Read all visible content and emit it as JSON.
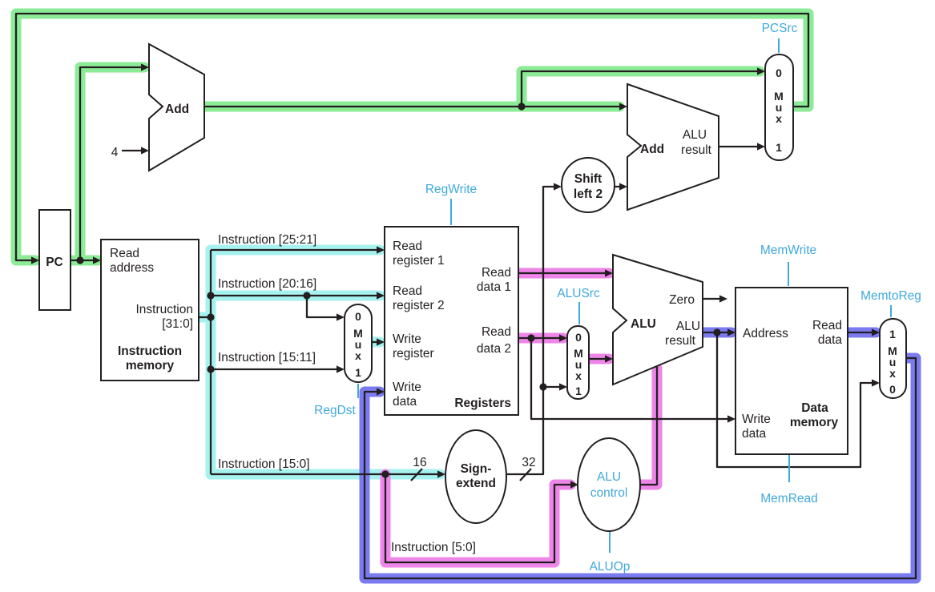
{
  "diagram_title": "MIPS single-cycle datapath (load word highlighted)",
  "colors": {
    "wire": "#231f20",
    "signal_label_blue": "#3fa9dc",
    "highlight_green": "#8ceb96",
    "highlight_cyan": "#a6f2ef",
    "highlight_magenta": "#ee85e8",
    "highlight_purple": "#7b7bf0"
  },
  "signals": {
    "pcsrc": "PCSrc",
    "regwrite": "RegWrite",
    "regdst": "RegDst",
    "alusrc": "ALUSrc",
    "aluop": "ALUOp",
    "memwrite": "MemWrite",
    "memread": "MemRead",
    "memtoreg": "MemtoReg"
  },
  "pc": {
    "name": "PC"
  },
  "adder": {
    "name": "Add",
    "four": "4"
  },
  "branch_adder": {
    "name": "Add",
    "result_line1": "ALU",
    "result_line2": "result"
  },
  "shift": {
    "line1": "Shift",
    "line2": "left 2"
  },
  "alu": {
    "name": "ALU",
    "zero": "Zero",
    "result_line1": "ALU",
    "result_line2": "result"
  },
  "imem": {
    "read": "Read",
    "address": "address",
    "instr": "Instruction",
    "bits": "[31:0]",
    "name_line1": "Instruction",
    "name_line2": "memory"
  },
  "registers": {
    "rr1a": "Read",
    "rr1b": "register 1",
    "rr2a": "Read",
    "rr2b": "register 2",
    "wra": "Write",
    "wrb": "register",
    "wda": "Write",
    "wdb": "data",
    "rd1a": "Read",
    "rd1b": "data 1",
    "rd2a": "Read",
    "rd2b": "data 2",
    "name": "Registers"
  },
  "dmem": {
    "address": "Address",
    "rda": "Read",
    "rdb": "data",
    "wda": "Write",
    "wdb": "data",
    "name_line1": "Data",
    "name_line2": "memory"
  },
  "sign_extend": {
    "line1": "Sign-",
    "line2": "extend"
  },
  "alu_control": {
    "line1": "ALU",
    "line2": "control"
  },
  "bus_labels": {
    "i2521": "Instruction [25:21]",
    "i2016": "Instruction [20:16]",
    "i1511": "Instruction [15:11]",
    "i150": "Instruction [15:0]",
    "i50": "Instruction [5:0]"
  },
  "widths": {
    "w16": "16",
    "w32": "32"
  },
  "mux": {
    "zero": "0",
    "one": "1",
    "m": "M",
    "u": "u",
    "x": "x"
  }
}
